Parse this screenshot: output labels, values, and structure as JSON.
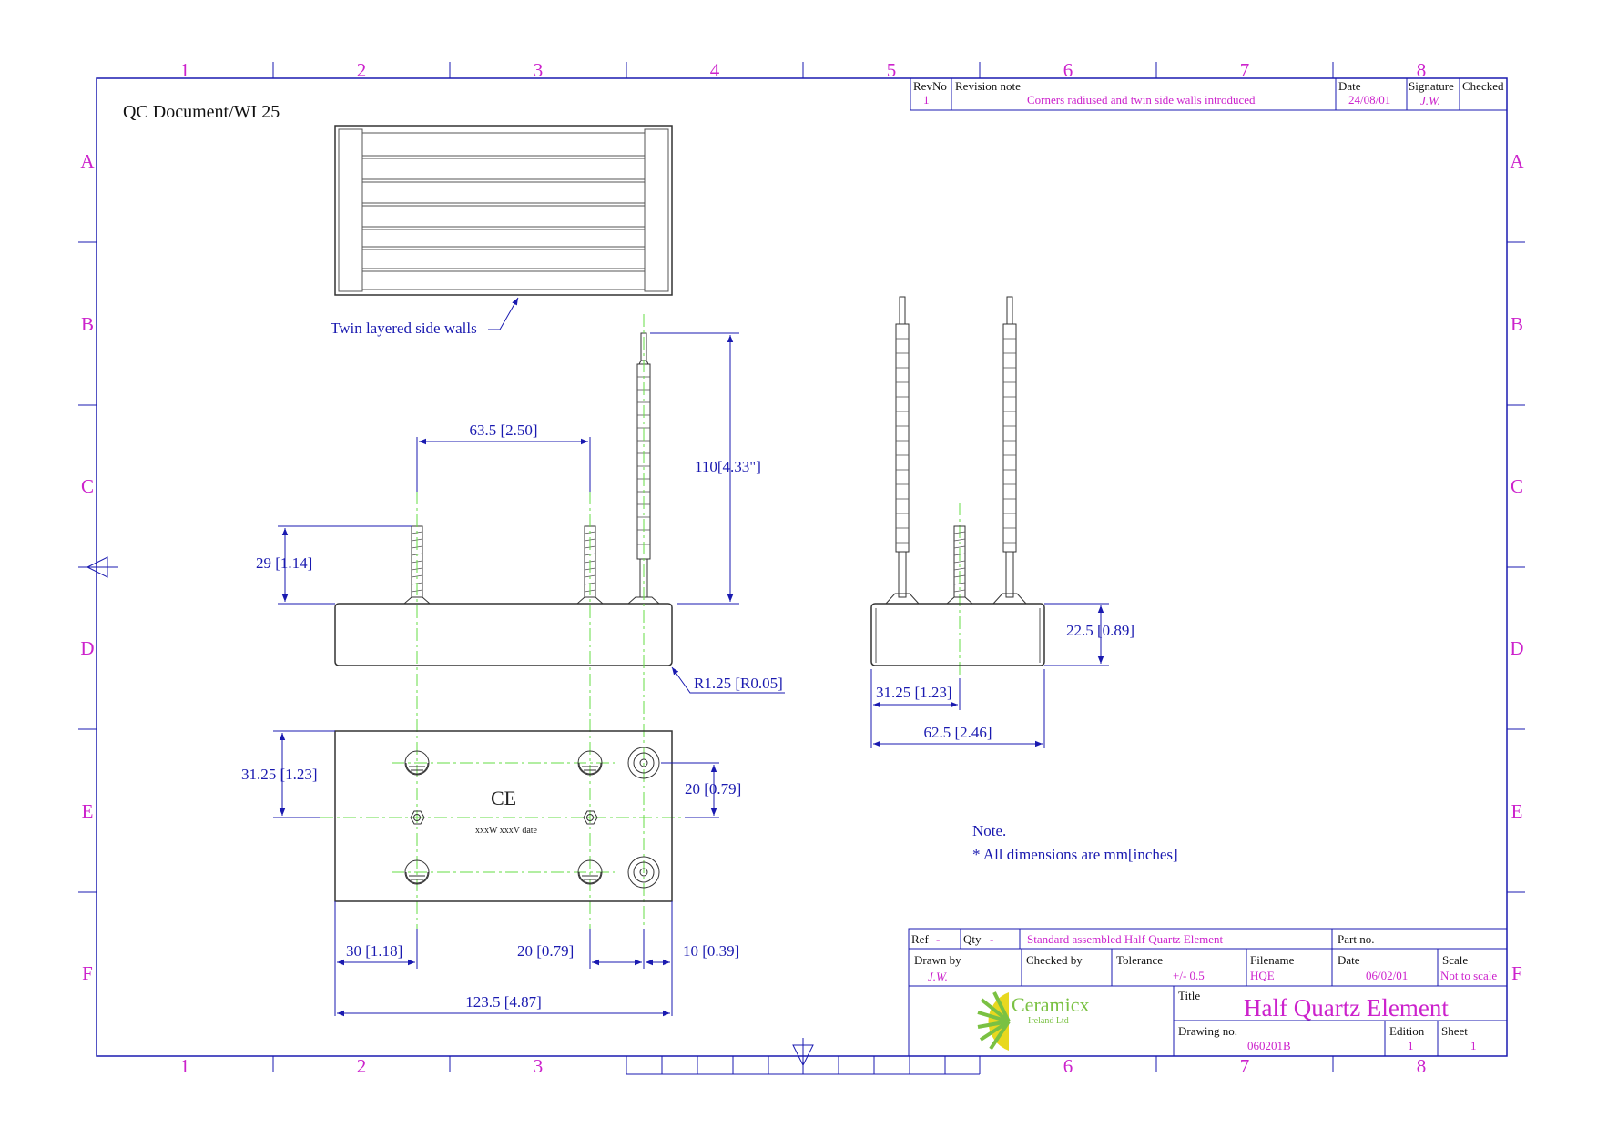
{
  "document_id": "QC Document/WI 25",
  "grid": {
    "columns": [
      "1",
      "2",
      "3",
      "4",
      "5",
      "6",
      "7",
      "8"
    ],
    "rows": [
      "A",
      "B",
      "C",
      "D",
      "E",
      "F"
    ]
  },
  "revision": {
    "rev_no_label": "RevNo",
    "note_label": "Revision note",
    "date_label": "Date",
    "signature_label": "Signature",
    "checked_label": "Checked",
    "rev_no": "1",
    "note": "Corners radiused and twin side walls introduced",
    "date": "24/08/01",
    "signature": "J.W."
  },
  "annotations": {
    "side_walls": "Twin layered side walls",
    "note_title": "Note.",
    "note_text": "* All dimensions are mm[inches]",
    "marking_ce": "CE",
    "marking_rating": "xxxW xxxV date"
  },
  "dimensions": {
    "pin_spacing": "63.5 [2.50]",
    "lead_length": "110[4.33\"]",
    "stud_height": "29 [1.14]",
    "corner_radius": "R1.25 [R0.05]",
    "hole_row_offset": "31.25 [1.23]",
    "hole_pitch": "20 [0.79]",
    "edge_to_hole": "30 [1.18]",
    "hole_to_hole": "20 [0.79]",
    "terminal_offset": "10 [0.39]",
    "overall_length": "123.5 [4.87]",
    "side_height": "22.5 [0.89]",
    "side_center": "31.25 [1.23]",
    "side_width": "62.5 [2.46]"
  },
  "title_block": {
    "ref_label": "Ref",
    "ref_value": "-",
    "qty_label": "Qty",
    "qty_value": "-",
    "description": "Standard assembled Half Quartz Element",
    "part_no_label": "Part no.",
    "drawn_by_label": "Drawn by",
    "drawn_by": "J.W.",
    "checked_by_label": "Checked by",
    "tolerance_label": "Tolerance",
    "tolerance": "+/- 0.5",
    "filename_label": "Filename",
    "filename": "HQE",
    "date_label": "Date",
    "date": "06/02/01",
    "scale_label": "Scale",
    "scale": "Not to scale",
    "company": "Ceramicx",
    "company_sub": "Ireland Ltd",
    "title_label": "Title",
    "title": "Half Quartz Element",
    "drawing_no_label": "Drawing no.",
    "drawing_no": "060201B",
    "edition_label": "Edition",
    "edition": "1",
    "sheet_label": "Sheet",
    "sheet": "1"
  },
  "colors": {
    "border": "#1a1ab0",
    "grid_text": "#cc22cc",
    "dimension": "#1a1ab0",
    "centerline": "#66dd44",
    "outline": "#333333",
    "logo_green": "#7ac143",
    "logo_yellow": "#e8d820"
  }
}
